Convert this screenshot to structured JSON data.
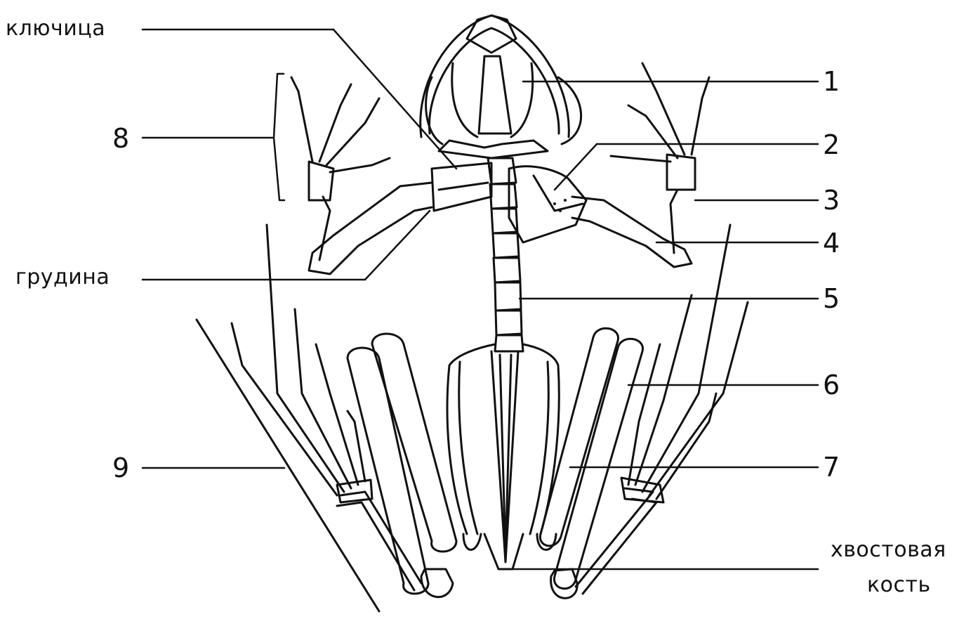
{
  "labels": {
    "clavicle": "ключица",
    "sternum": "грудина",
    "coccyx_line1": "хвостовая",
    "coccyx_line2": "кость",
    "n1": "1",
    "n2": "2",
    "n3": "3",
    "n4": "4",
    "n5": "5",
    "n6": "6",
    "n7": "7",
    "n8": "8",
    "n9": "9"
  }
}
